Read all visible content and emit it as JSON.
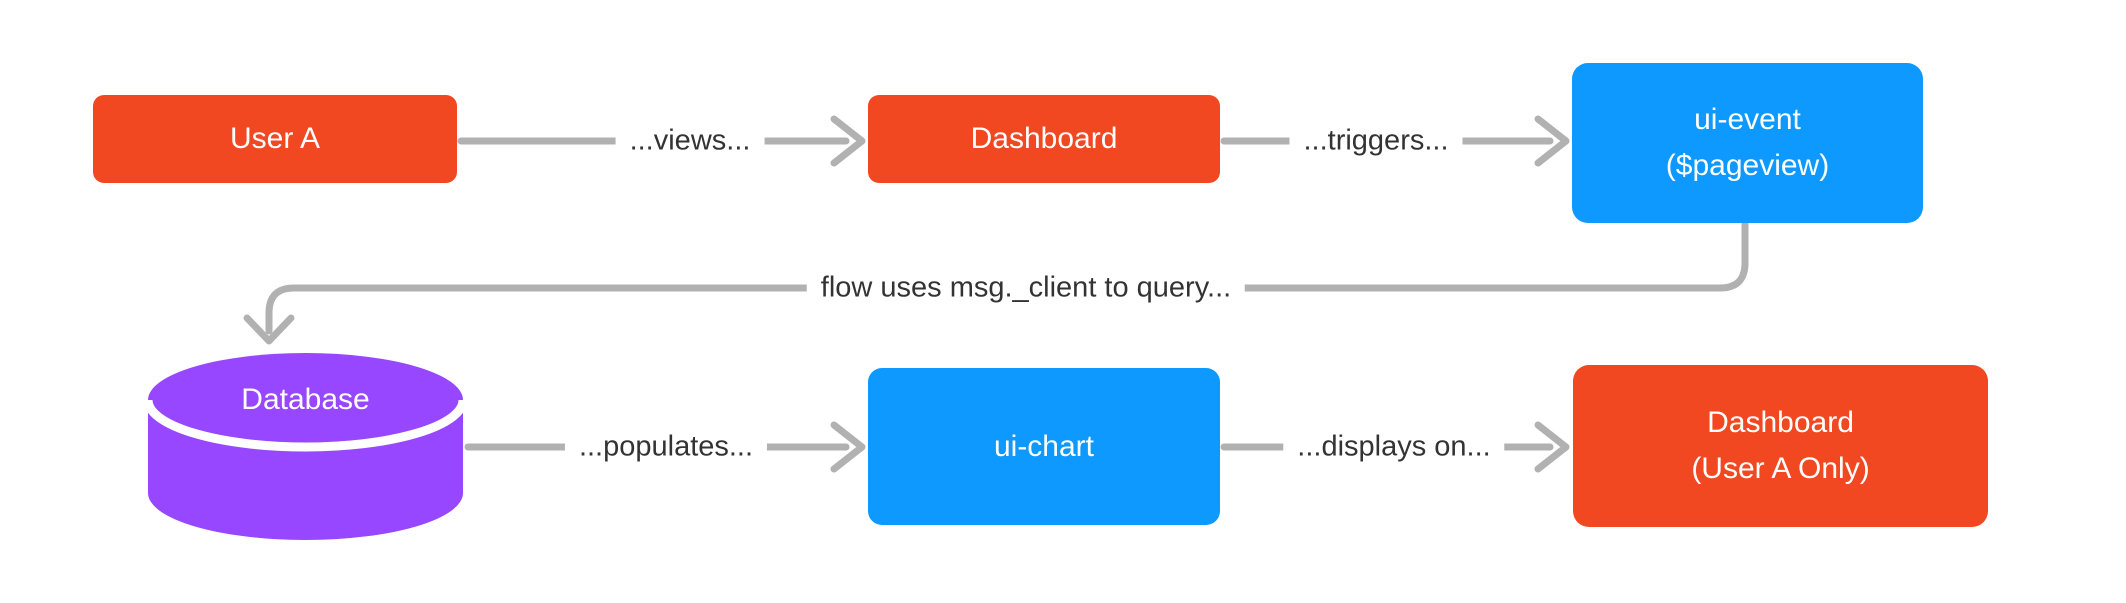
{
  "diagram": {
    "background": "#ffffff",
    "colors": {
      "node_red": "#F24822",
      "node_blue": "#0D99FF",
      "node_purple": "#9747FF",
      "connector_gray": "#B1B1B1",
      "label_text": "#333333",
      "node_text": "#ffffff"
    },
    "nodes": [
      {
        "id": "user-a",
        "shape": "rounded-rect",
        "color": "red",
        "label": "User A"
      },
      {
        "id": "dashboard",
        "shape": "rounded-rect",
        "color": "red",
        "label": "Dashboard"
      },
      {
        "id": "ui-event",
        "shape": "rounded-rect",
        "color": "blue",
        "label": "ui-event",
        "label2": "($pageview)"
      },
      {
        "id": "database",
        "shape": "cylinder",
        "color": "purple",
        "label": "Database"
      },
      {
        "id": "ui-chart",
        "shape": "rounded-rect",
        "color": "blue",
        "label": "ui-chart"
      },
      {
        "id": "dashboard-user-a",
        "shape": "rounded-rect",
        "color": "red",
        "label": "Dashboard",
        "label2": "(User A Only)"
      }
    ],
    "edges": [
      {
        "from": "user-a",
        "to": "dashboard",
        "label": "...views..."
      },
      {
        "from": "dashboard",
        "to": "ui-event",
        "label": "...triggers..."
      },
      {
        "from": "ui-event",
        "to": "database",
        "label": "flow uses msg._client to query..."
      },
      {
        "from": "database",
        "to": "ui-chart",
        "label": "...populates..."
      },
      {
        "from": "ui-chart",
        "to": "dashboard-user-a",
        "label": "...displays on..."
      }
    ]
  }
}
